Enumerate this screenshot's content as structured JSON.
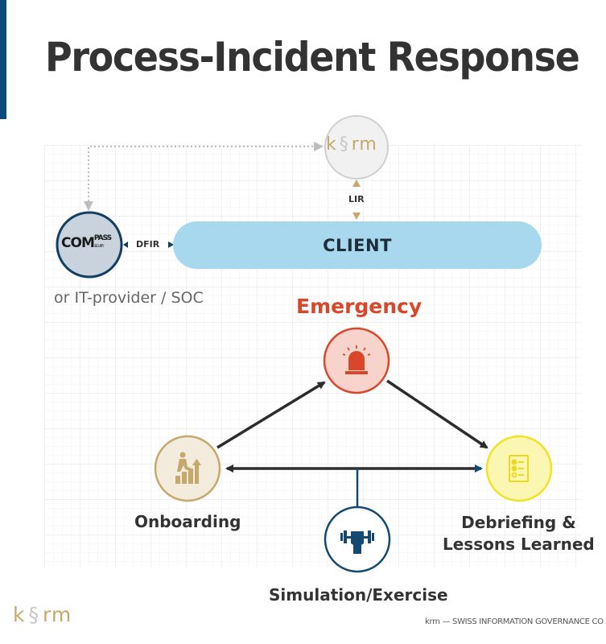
{
  "slide": {
    "title": "Process-Incident Response",
    "footer_text": "krm — SWISS INFORMATION GOVERNANCE CO",
    "footer_logo": {
      "k": "k",
      "s": "§",
      "rm": "rm"
    }
  },
  "diagram": {
    "krm_node": {
      "logo_k": "k",
      "logo_s": "§",
      "logo_rm": "rm",
      "icon": "krm-logo"
    },
    "lir_label": "LIR",
    "dfir_label": "DFIR",
    "client_label": "CLIENT",
    "compass_node": {
      "logo_text_a": "C",
      "logo_text_b": "M",
      "logo_text_pass": "PASS",
      "logo_text_security": "SECURITY",
      "icon": "compass-security-logo"
    },
    "compass_sub": "or IT-provider / SOC",
    "emergency_label": "Emergency",
    "emergency_icon": "siren-icon",
    "onboarding_label": "Onboarding",
    "onboarding_icon": "climbing-stairs-icon",
    "debrief_label_line1": "Debriefing &",
    "debrief_label_line2": "Lessons Learned",
    "debrief_icon": "checklist-icon",
    "simulation_label": "Simulation/Exercise",
    "simulation_icon": "dumbbell-fist-icon",
    "colors": {
      "accent_bar": "#0d4a78",
      "client_fill": "#a8d8ee",
      "emergency": "#d9472b",
      "emergency_fill": "#f8d3cc",
      "onboarding": "#c5a86b",
      "onboarding_fill": "#f3ebdc",
      "debrief": "#f2e226",
      "debrief_fill": "#fbf6b2",
      "simulation": "#134a73",
      "krm_gold": "#c5a86b",
      "krm_gray": "#c8c8c8"
    }
  }
}
